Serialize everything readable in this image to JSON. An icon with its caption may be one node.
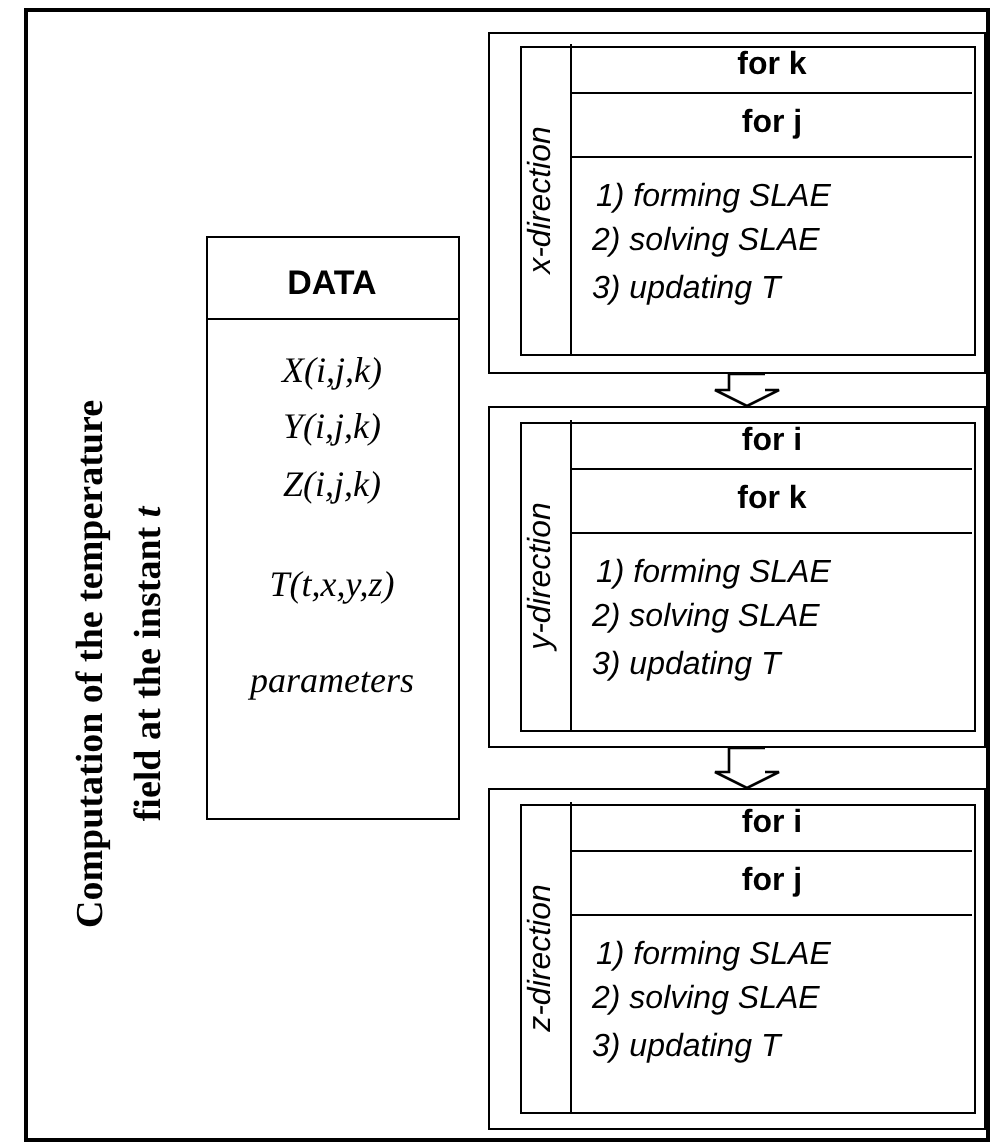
{
  "diagram": {
    "nodes": [
      {
        "text": [
          "Computation of the temperature field at the instant *t*"
        ]
      },
      {
        "text": [
          "DATA",
          "X(i,j,k)",
          "Y(i,j,k)",
          "Z(i,j,k)",
          "T(t,x,y,z)",
          "parameters"
        ],
        "in": 0
      },
      {
        "text": [],
        "shape": "box",
        "in": 0
      },
      {
        "text": [
          "x-direction"
        ],
        "in": 2
      },
      {
        "text": [
          "for k"
        ],
        "in": 3
      },
      {
        "text": [
          "for j"
        ],
        "in": 3
      },
      {
        "text": [
          "1) forming SLAE",
          "2) solving SLAE",
          "3) updating T"
        ],
        "in": 3
      },
      {
        "text": [],
        "shape": "box",
        "in": 0
      },
      {
        "text": [
          "y-direction"
        ],
        "in": 7
      },
      {
        "text": [
          "for i"
        ],
        "in": 8
      },
      {
        "text": [
          "for k"
        ],
        "in": 8
      },
      {
        "text": [
          "1) forming SLAE",
          "2) solving SLAE",
          "3) updating T"
        ],
        "in": 8
      },
      {
        "text": [],
        "shape": "box",
        "in": 0
      },
      {
        "text": [
          "z-direction"
        ],
        "in": 12
      },
      {
        "text": [
          "for i"
        ],
        "in": 13
      },
      {
        "text": [
          "for j"
        ],
        "in": 13
      },
      {
        "text": [
          "1) forming SLAE",
          "2) solving SLAE",
          "3) updating T"
        ],
        "in": 13
      }
    ],
    "edges": [
      {
        "from": 2,
        "to": 7,
        "arrow": "to"
      },
      {
        "from": 7,
        "to": 12,
        "arrow": "to"
      }
    ]
  }
}
